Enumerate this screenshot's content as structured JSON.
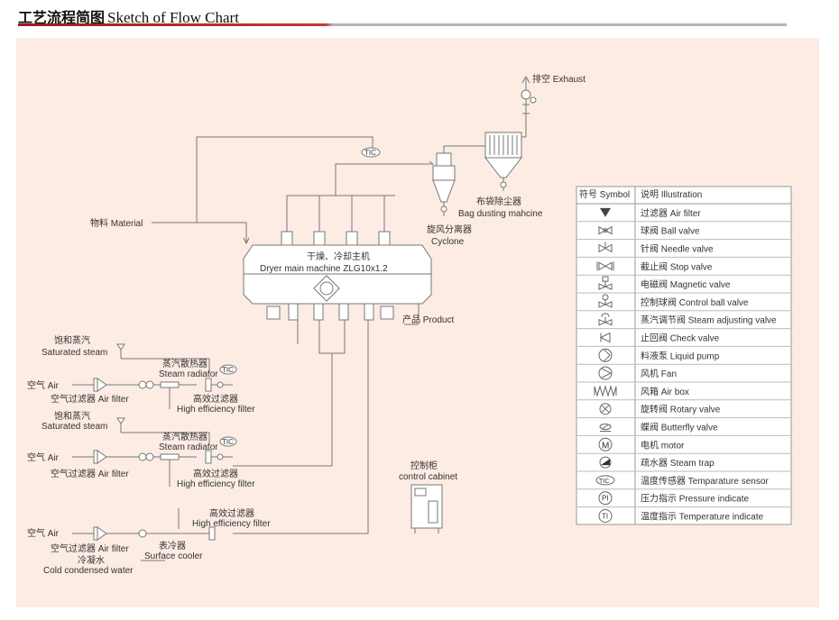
{
  "header": {
    "title_cn": "工艺流程简图",
    "title_en": "Sketch of Flow Chart"
  },
  "diagram": {
    "exhaust": "排空 Exhaust",
    "bag_cn": "布袋除尘器",
    "bag_en": "Bag dusting mahcine",
    "cyclone_cn": "旋风分离器",
    "cyclone_en": "Cyclone",
    "material": "物料 Material",
    "dryer_cn": "干燥、冷却主机",
    "dryer_en": "Dryer main machine ZLG10x1.2",
    "product": "产品 Product",
    "sat_steam_cn": "饱和蒸汽",
    "sat_steam_en": "Saturated steam",
    "steam_rad_cn": "蒸汽散热器",
    "steam_rad_en": "Steam radiator",
    "air": "空气 Air",
    "air_filter": "空气过滤器 Air filter",
    "hef_cn": "高效过滤器",
    "hef_en": "High efficiency filter",
    "surface_cooler_cn": "表冷器",
    "surface_cooler_en": "Surface cooler",
    "cold_water_cn": "冷凝水",
    "cold_water_en": "Cold condensed water",
    "cabinet_cn": "控制柜",
    "cabinet_en": "control cabinet",
    "tic": "TIC"
  },
  "legend": {
    "col_symbol": "符号 Symbol",
    "col_illustration": "说明 Illustration",
    "items": [
      {
        "icon": "air-filter-icon",
        "label": "过滤器 Air filter"
      },
      {
        "icon": "ball-valve-icon",
        "label": "球阀 Ball valve"
      },
      {
        "icon": "needle-valve-icon",
        "label": "针阀 Needle valve"
      },
      {
        "icon": "stop-valve-icon",
        "label": "截止阀 Stop valve"
      },
      {
        "icon": "magnetic-valve-icon",
        "label": "电磁阀 Magnetic valve"
      },
      {
        "icon": "control-ball-valve-icon",
        "label": "控制球阀 Control ball valve"
      },
      {
        "icon": "steam-adjusting-valve-icon",
        "label": "蒸汽调节阀 Steam adjusting valve"
      },
      {
        "icon": "check-valve-icon",
        "label": "止回阀 Check valve"
      },
      {
        "icon": "liquid-pump-icon",
        "label": "料液泵 Liquid pump"
      },
      {
        "icon": "fan-icon",
        "label": "风机 Fan"
      },
      {
        "icon": "air-box-icon",
        "label": "风箱 Air box"
      },
      {
        "icon": "rotary-valve-icon",
        "label": "旋转阀 Rotary valve"
      },
      {
        "icon": "butterfly-valve-icon",
        "label": "蝶阀 Butterfly valve"
      },
      {
        "icon": "motor-icon",
        "label": "电机 motor"
      },
      {
        "icon": "steam-trap-icon",
        "label": "疏水器 Steam trap"
      },
      {
        "icon": "temperature-sensor-icon",
        "label": "温度传感器 Temparature sensor"
      },
      {
        "icon": "pressure-indicate-icon",
        "label": "压力指示 Pressure indicate"
      },
      {
        "icon": "temperature-indicate-icon",
        "label": "温度指示 Temperature indicate"
      }
    ],
    "symbol_texts": {
      "m": "M",
      "tic": "TIC",
      "pi": "PI",
      "ti": "TI"
    }
  }
}
